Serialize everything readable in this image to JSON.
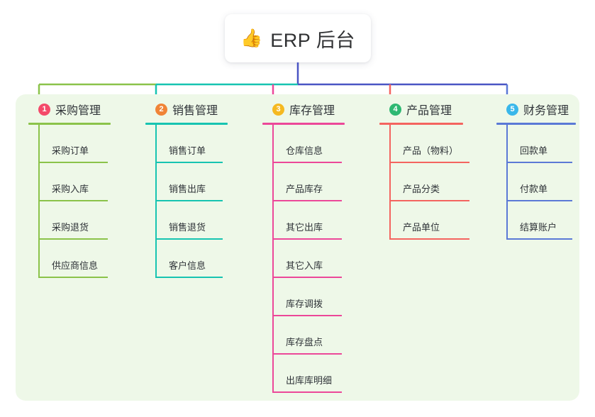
{
  "root": {
    "icon": "thumbs-up-icon",
    "emoji": "👍",
    "title": "ERP 后台"
  },
  "theme": {
    "panel_bg": "#eef8e8",
    "page_bg": "#ffffff",
    "card_bg": "#ffffff",
    "text": "#2f3338",
    "root_connector": "#4a55c4"
  },
  "columns": [
    {
      "index": "1",
      "label": "采购管理",
      "badge_color": "#f44a6a",
      "line_color": "#8bc34a",
      "items": [
        "采购订单",
        "采购入库",
        "采购退货",
        "供应商信息"
      ]
    },
    {
      "index": "2",
      "label": "销售管理",
      "badge_color": "#f08437",
      "line_color": "#17c4b1",
      "items": [
        "销售订单",
        "销售出库",
        "销售退货",
        "客户信息"
      ]
    },
    {
      "index": "3",
      "label": "库存管理",
      "badge_color": "#f5b920",
      "line_color": "#ec4899",
      "items": [
        "仓库信息",
        "产品库存",
        "其它出库",
        "其它入库",
        "库存调拨",
        "库存盘点",
        "出库库明细"
      ]
    },
    {
      "index": "4",
      "label": "产品管理",
      "badge_color": "#2eb872",
      "line_color": "#f4645f",
      "items": [
        "产品（物料）",
        "产品分类",
        "产品单位"
      ]
    },
    {
      "index": "5",
      "label": "财务管理",
      "badge_color": "#39b7ea",
      "line_color": "#5b79d6",
      "items": [
        "回款单",
        "付款单",
        "结算账户"
      ]
    }
  ]
}
